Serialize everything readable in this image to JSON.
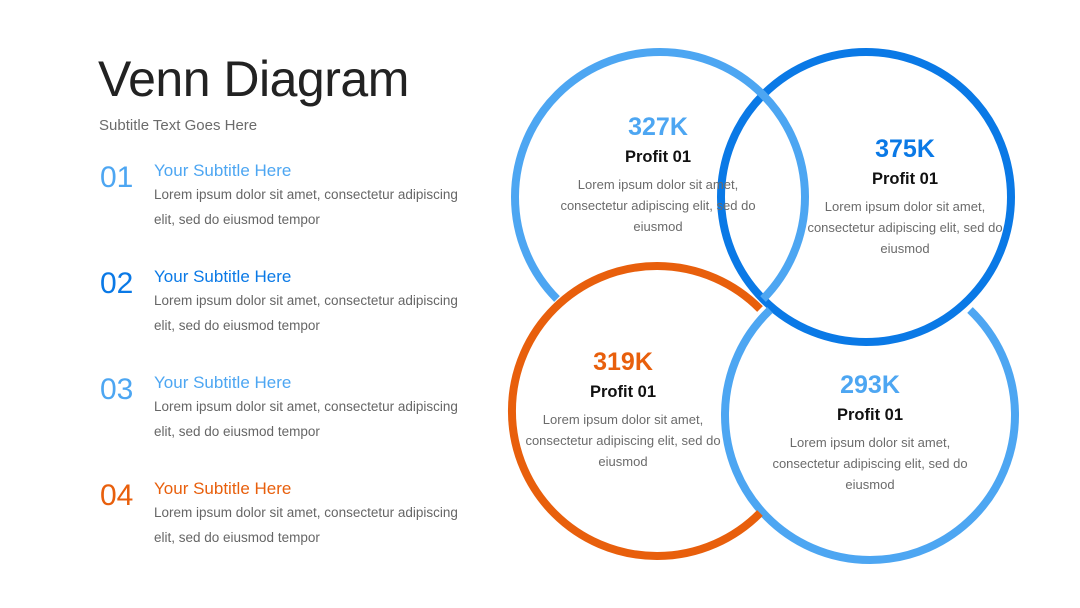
{
  "title": "Venn Diagram",
  "subtitle": "Subtitle Text Goes Here",
  "colors": {
    "light_blue": "#4da6f2",
    "blue": "#0a79e6",
    "orange": "#e85f0c",
    "text_dark": "#222222",
    "text_gray": "#666666"
  },
  "list": [
    {
      "number": "01",
      "heading": "Your Subtitle Here",
      "body": "Lorem ipsum dolor sit amet, consectetur adipiscing elit, sed do eiusmod tempor",
      "color": "#4da6f2"
    },
    {
      "number": "02",
      "heading": "Your Subtitle Here",
      "body": "Lorem ipsum dolor sit amet, consectetur adipiscing elit, sed do eiusmod tempor",
      "color": "#0a79e6"
    },
    {
      "number": "03",
      "heading": "Your Subtitle Here",
      "body": "Lorem ipsum dolor sit amet, consectetur adipiscing elit, sed do eiusmod tempor",
      "color": "#4da6f2"
    },
    {
      "number": "04",
      "heading": "Your Subtitle Here",
      "body": "Lorem ipsum dolor sit amet, consectetur adipiscing elit, sed do eiusmod tempor",
      "color": "#e85f0c"
    }
  ],
  "circles": [
    {
      "value": "327K",
      "label": "Profit 01",
      "desc": "Lorem ipsum dolor sit amet, consectetur adipiscing elit, sed do eiusmod",
      "color": "#4da6f2"
    },
    {
      "value": "375K",
      "label": "Profit 01",
      "desc": "Lorem ipsum dolor sit amet, consectetur adipiscing elit, sed do eiusmod",
      "color": "#0a79e6"
    },
    {
      "value": "319K",
      "label": "Profit 01",
      "desc": "Lorem ipsum dolor sit amet, consectetur adipiscing elit, sed do eiusmod",
      "color": "#e85f0c"
    },
    {
      "value": "293K",
      "label": "Profit 01",
      "desc": "Lorem ipsum dolor sit amet, consectetur adipiscing elit, sed do eiusmod",
      "color": "#4da6f2"
    }
  ]
}
